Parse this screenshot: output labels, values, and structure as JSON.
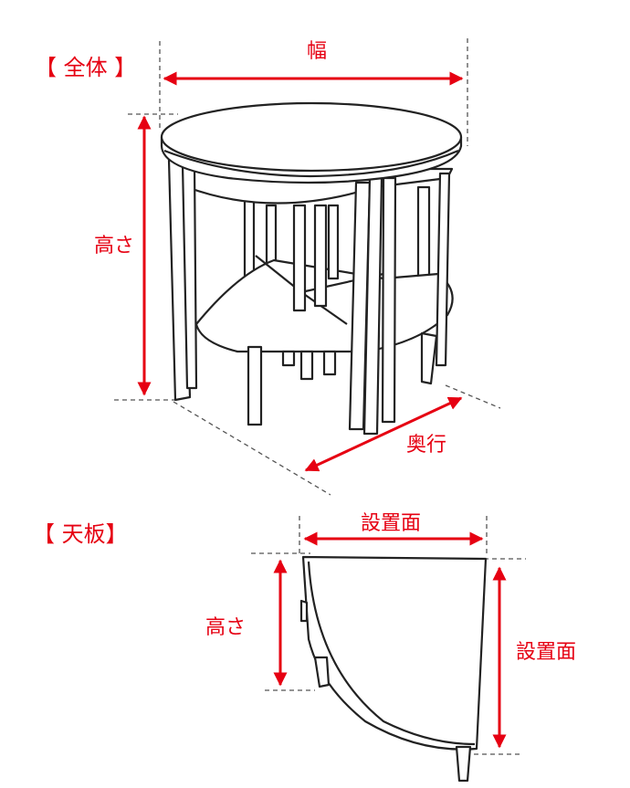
{
  "overall": {
    "heading": "【 全体 】",
    "width_label": "幅",
    "height_label": "高さ",
    "depth_label": "奥行"
  },
  "top_board": {
    "heading": "【 天板】",
    "top_label": "設置面",
    "height_label": "高さ",
    "side_label": "設置面"
  },
  "colors": {
    "accent": "#e60012",
    "line": "#222222",
    "guide": "#555555"
  }
}
